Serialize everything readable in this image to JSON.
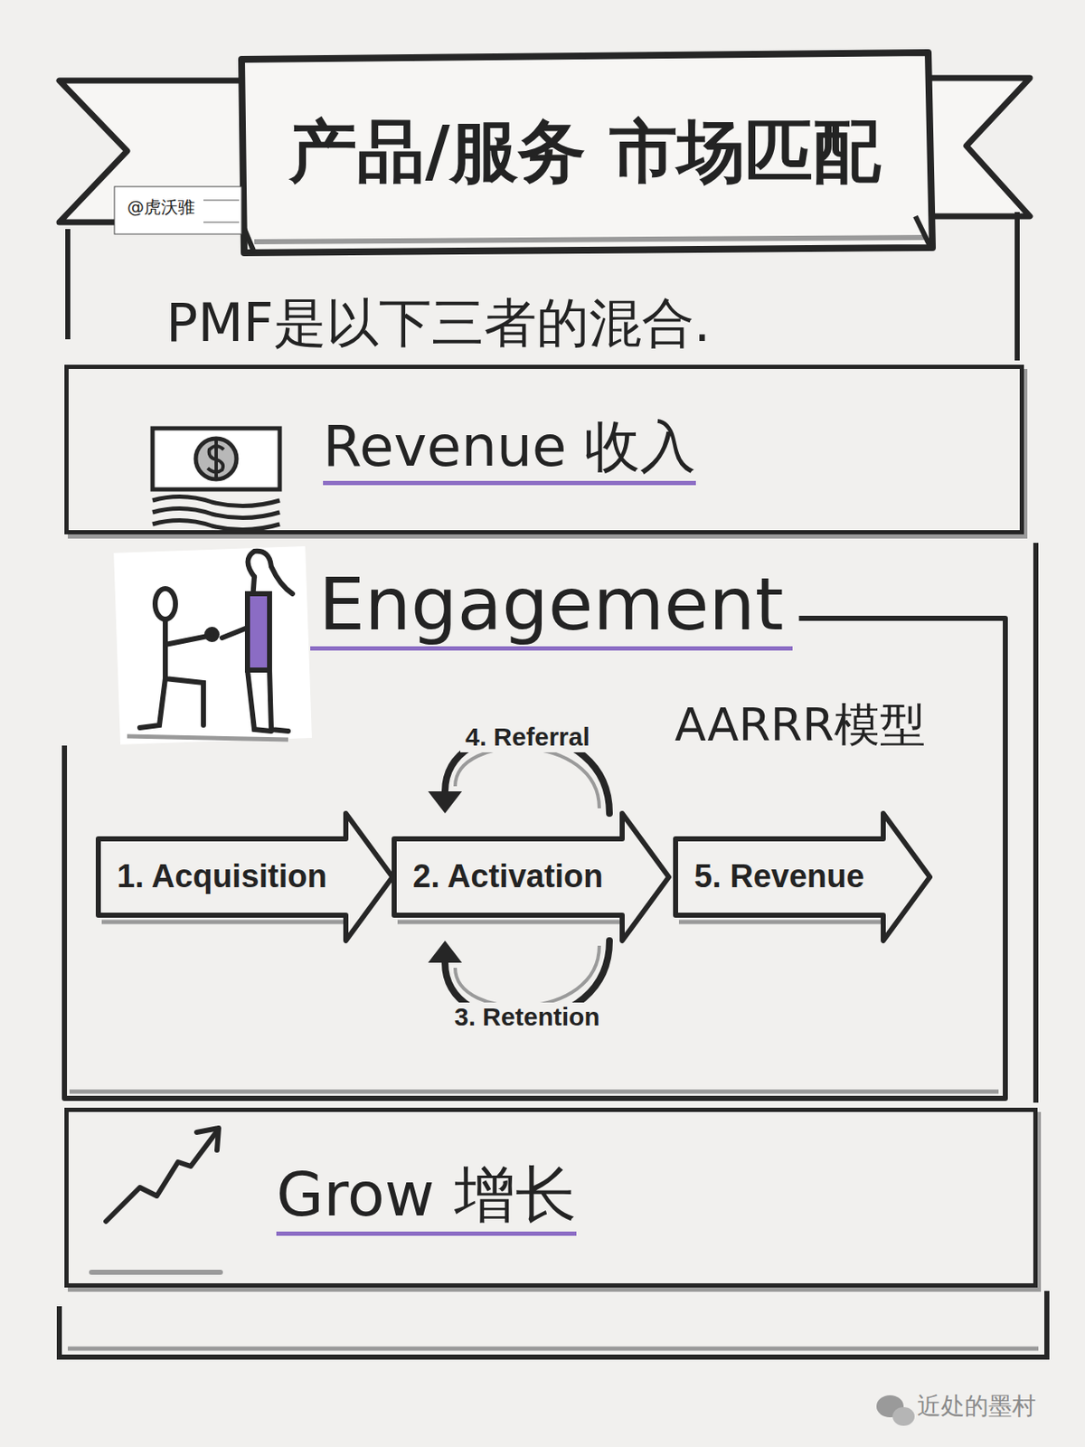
{
  "diagram": {
    "title": "产品/服务 市场匹配",
    "nodes": [
      {
        "text": [
          "Revenue 收入"
        ]
      },
      {
        "text": [
          "Engagement",
          "AARRR模型"
        ]
      },
      {
        "text": [
          "1. Acquisition"
        ],
        "in": 1
      },
      {
        "text": [
          "2. Activation"
        ],
        "in": 1
      },
      {
        "text": [
          "5. Revenue"
        ],
        "in": 1
      },
      {
        "text": [
          "Grow 增长"
        ]
      }
    ],
    "edges": [
      {
        "from": 3,
        "to": 3,
        "arrow": "to",
        "label": "4. Referral"
      },
      {
        "from": 3,
        "to": 3,
        "arrow": "to",
        "label": "3. Retention"
      }
    ],
    "labels": [
      "@虎沃骓",
      "PMF是以下三者的混合.",
      "近处的墨村"
    ]
  }
}
